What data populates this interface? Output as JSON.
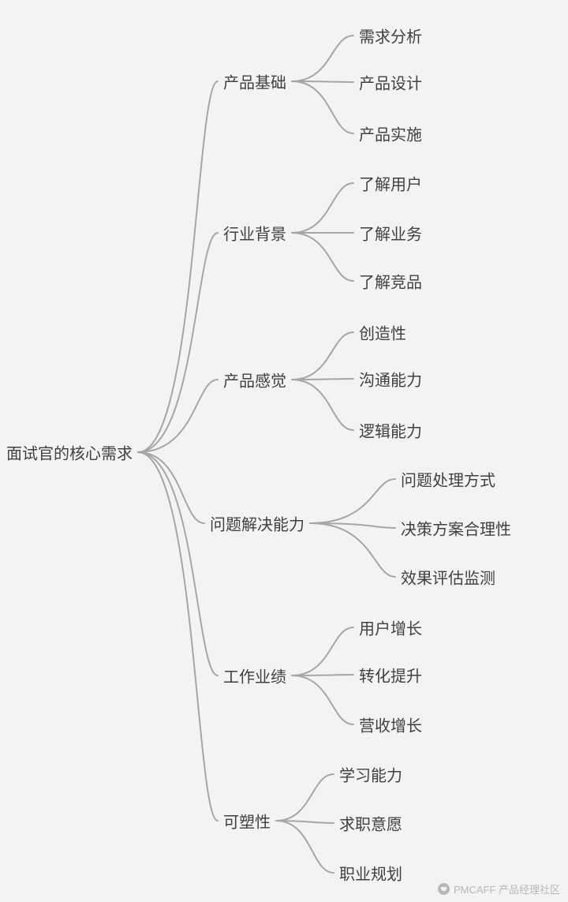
{
  "root": {
    "label": "面试官的核心需求"
  },
  "tree": {
    "branches": [
      {
        "label": "产品基础",
        "children": [
          "需求分析",
          "产品设计",
          "产品实施"
        ]
      },
      {
        "label": "行业背景",
        "children": [
          "了解用户",
          "了解业务",
          "了解竞品"
        ]
      },
      {
        "label": "产品感觉",
        "children": [
          "创造性",
          "沟通能力",
          "逻辑能力"
        ]
      },
      {
        "label": "问题解决能力",
        "children": [
          "问题处理方式",
          "决策方案合理性",
          "效果评估监测"
        ]
      },
      {
        "label": "工作业绩",
        "children": [
          "用户增长",
          "转化提升",
          "营收增长"
        ]
      },
      {
        "label": "可塑性",
        "children": [
          "学习能力",
          "求职意愿",
          "职业规划"
        ]
      }
    ]
  },
  "watermark": {
    "text": "PMCAFF 产品经理社区"
  },
  "colors": {
    "background": "#f3f3f3",
    "text": "#404040",
    "line": "#a6a6a6",
    "watermark": "#b8b8b8"
  }
}
